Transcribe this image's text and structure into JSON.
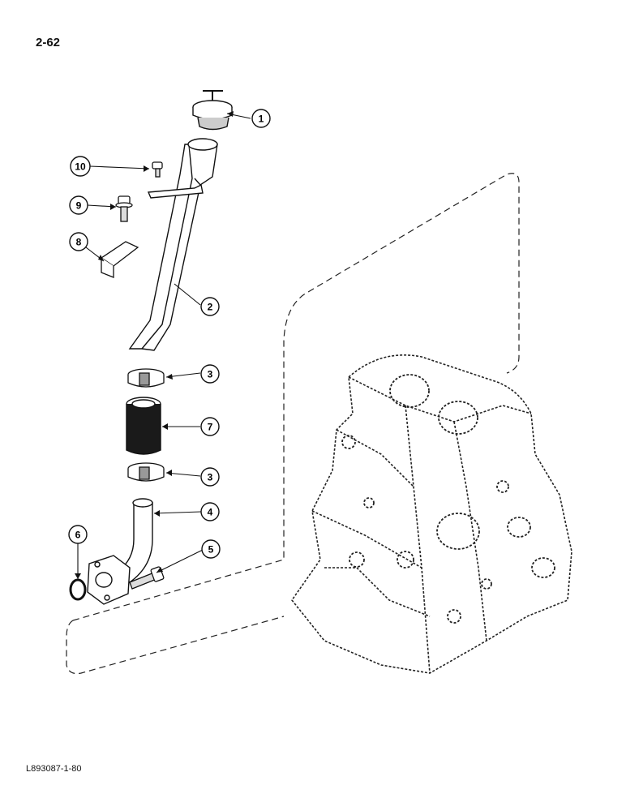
{
  "page_number": "2-62",
  "figure_code": "L893087-1-80",
  "callouts": [
    {
      "id": "c1",
      "label": "1"
    },
    {
      "id": "c2",
      "label": "2"
    },
    {
      "id": "c3a",
      "label": "3"
    },
    {
      "id": "c7",
      "label": "7"
    },
    {
      "id": "c3b",
      "label": "3"
    },
    {
      "id": "c4",
      "label": "4"
    },
    {
      "id": "c5",
      "label": "5"
    },
    {
      "id": "c6",
      "label": "6"
    },
    {
      "id": "c8",
      "label": "8"
    },
    {
      "id": "c9",
      "label": "9"
    },
    {
      "id": "c10",
      "label": "10"
    }
  ]
}
